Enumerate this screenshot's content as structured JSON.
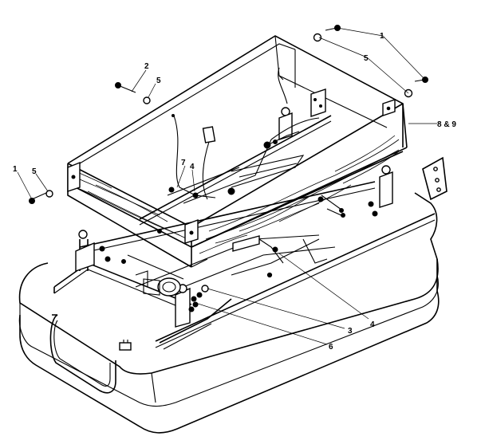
{
  "diagram": {
    "callouts": [
      {
        "id": "c1-top",
        "text": "1"
      },
      {
        "id": "c5-top",
        "text": "5"
      },
      {
        "id": "c8-9",
        "text": "8 & 9"
      },
      {
        "id": "c2",
        "text": "2"
      },
      {
        "id": "c5-mid",
        "text": "5"
      },
      {
        "id": "c7",
        "text": "7"
      },
      {
        "id": "c4-mid",
        "text": "4"
      },
      {
        "id": "c1-left",
        "text": "1"
      },
      {
        "id": "c5-left",
        "text": "5"
      },
      {
        "id": "c3",
        "text": "3"
      },
      {
        "id": "c4-right",
        "text": "4"
      },
      {
        "id": "c6",
        "text": "6"
      }
    ]
  }
}
